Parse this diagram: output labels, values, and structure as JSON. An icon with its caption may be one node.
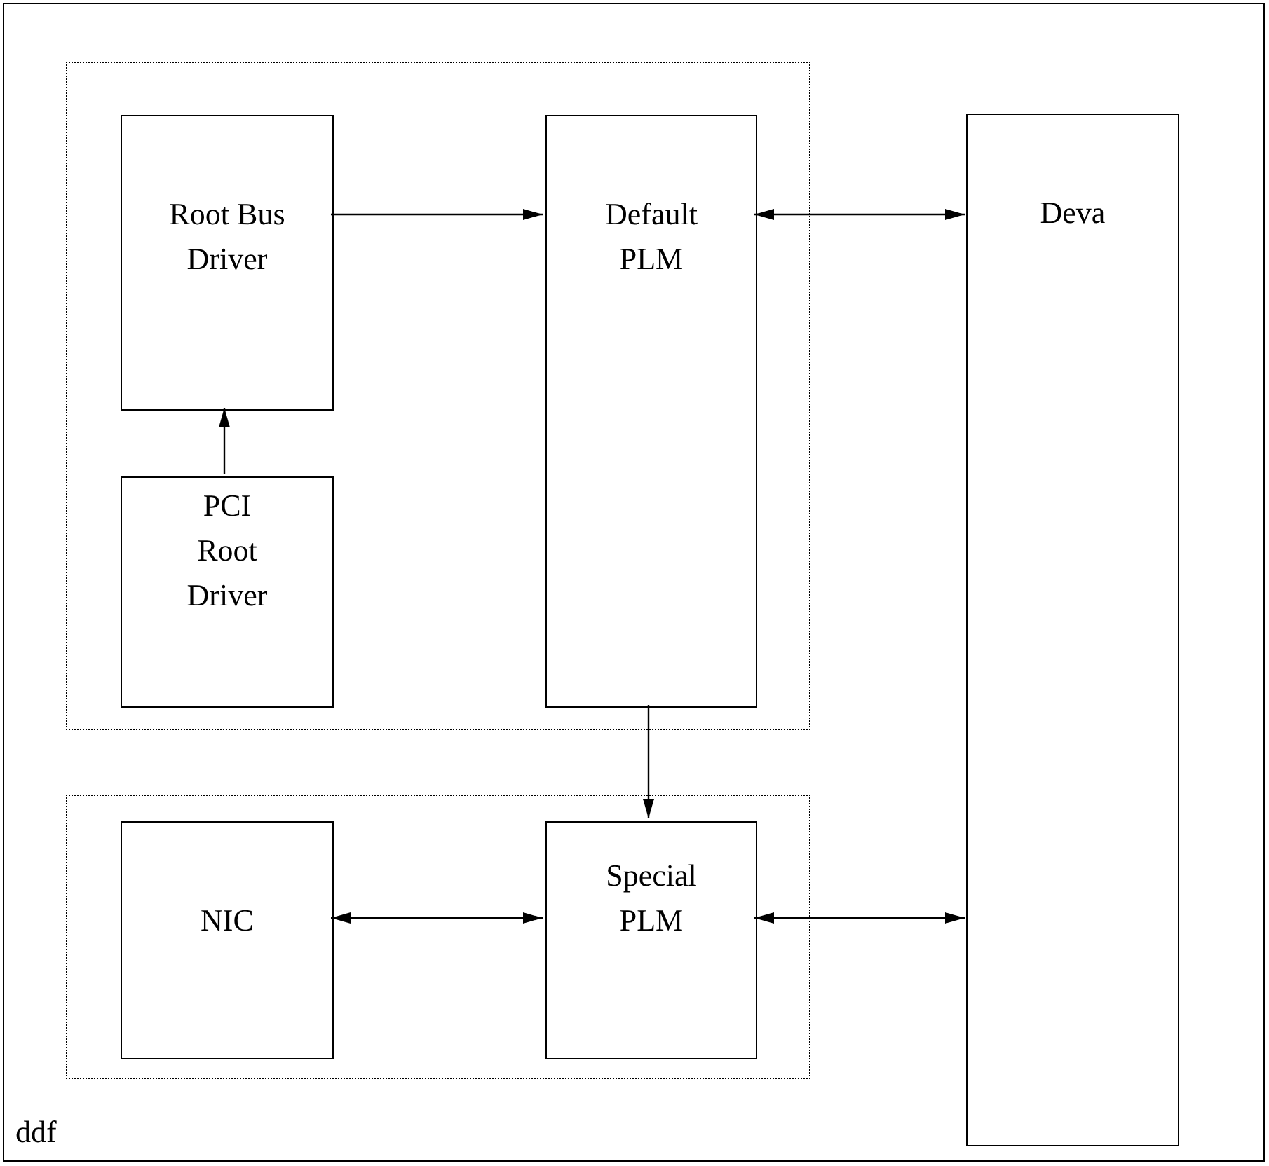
{
  "diagram": {
    "nodes": [
      {
        "text": [
          "ddf"
        ]
      },
      {
        "text": [],
        "shape": "box",
        "in": 0
      },
      {
        "text": [
          "Root Bus Driver"
        ],
        "in": 1
      },
      {
        "text": [
          "PCI Root Driver"
        ],
        "in": 1
      },
      {
        "text": [
          "Default PLM"
        ],
        "in": 1
      },
      {
        "text": [
          "Deva"
        ],
        "in": 0
      },
      {
        "text": [],
        "shape": "box",
        "in": 0
      },
      {
        "text": [
          "NIC"
        ],
        "in": 6
      },
      {
        "text": [
          "Special PLM"
        ],
        "in": 6
      }
    ],
    "edges": [
      {
        "from": 2,
        "to": 4,
        "arrow": "to"
      },
      {
        "from": 4,
        "to": 5,
        "arrow": "both"
      },
      {
        "from": 3,
        "to": 2,
        "arrow": "to"
      },
      {
        "from": 4,
        "to": 8,
        "arrow": "to"
      },
      {
        "from": 7,
        "to": 8,
        "arrow": "both"
      },
      {
        "from": 8,
        "to": 5,
        "arrow": "both"
      }
    ]
  }
}
